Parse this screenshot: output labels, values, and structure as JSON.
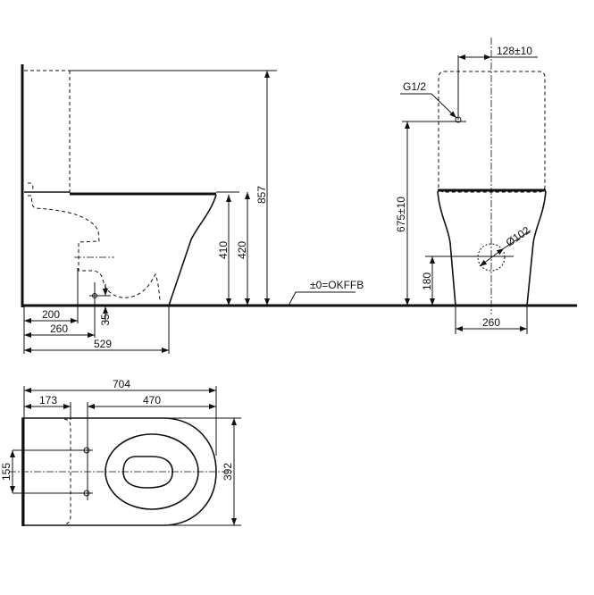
{
  "side_view": {
    "height_total": "857",
    "seat_height_inner": "410",
    "seat_height": "420",
    "outlet_offset_1": "200",
    "outlet_offset_2": "260",
    "depth_floor": "529",
    "outlet_height": "35",
    "floor_reference": "±0=OKFFB"
  },
  "front_view": {
    "inlet_offset": "128±10",
    "inlet_thread": "G1/2",
    "inlet_height": "675±10",
    "outlet_height": "180",
    "outlet_diameter": "Ø102",
    "base_width": "260"
  },
  "top_view": {
    "total_length": "704",
    "tank_depth": "173",
    "bowl_length": "470",
    "width": "392",
    "fixing_spacing": "155"
  }
}
